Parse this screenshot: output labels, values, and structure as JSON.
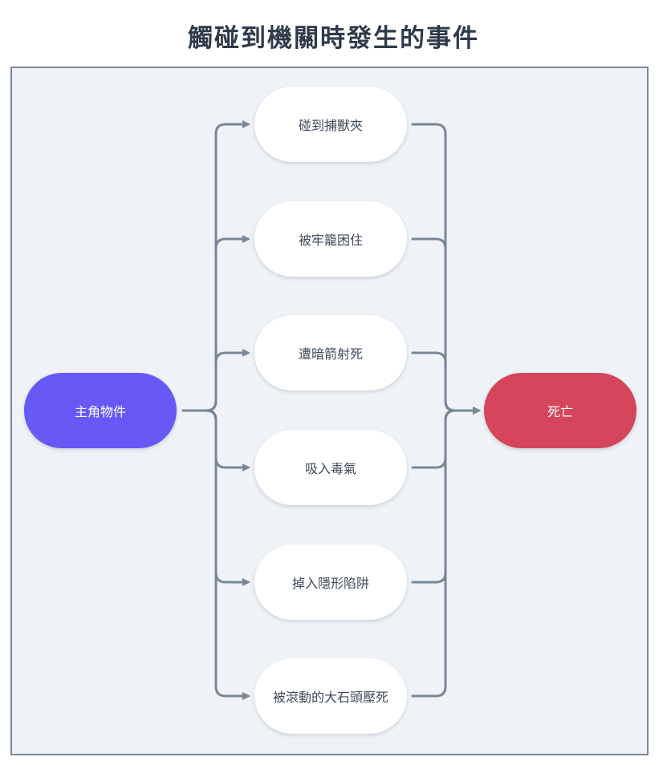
{
  "title": "觸碰到機關時發生的事件",
  "colors": {
    "source_fill": "#6659f6",
    "target_fill": "#d5455c",
    "middle_fill": "#ffffff",
    "edge": "#7a8797",
    "frame_bg": "#eff3f7"
  },
  "nodes": {
    "source": {
      "label": "主角物件"
    },
    "target": {
      "label": "死亡"
    },
    "events": [
      {
        "label": "碰到捕獸夾"
      },
      {
        "label": "被牢籠困住"
      },
      {
        "label": "遭暗箭射死"
      },
      {
        "label": "吸入毒氣"
      },
      {
        "label": "掉入隱形陷阱"
      },
      {
        "label": "被滾動的大石頭壓死"
      }
    ]
  }
}
